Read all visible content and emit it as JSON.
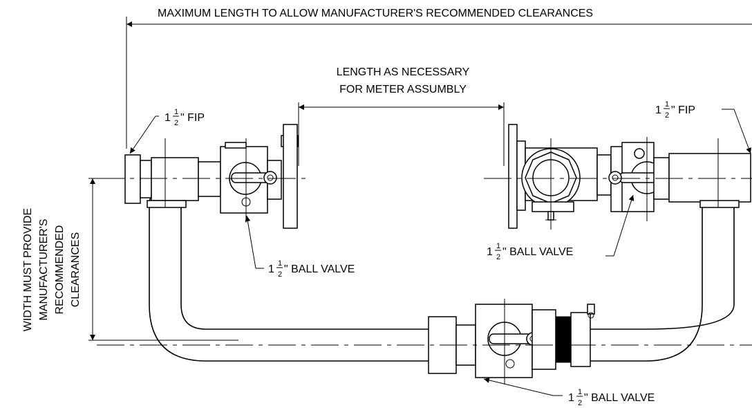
{
  "labels": {
    "max_length": "MAXIMUM LENGTH TO ALLOW MANUFACTURER'S RECOMMENDED CLEARANCES",
    "meter_length_line1": "LENGTH AS NECESSARY",
    "meter_length_line2": "FOR METER ASSUMBLY",
    "width_line1": "WIDTH MUST PROVIDE",
    "width_line2": "MANUFACTURER'S",
    "width_line3": "RECOMMENDED",
    "width_line4": "CLEARANCES"
  },
  "callouts": {
    "fip_left": {
      "whole": "1",
      "num": "1",
      "den": "2",
      "text": "\" FIP"
    },
    "fip_right": {
      "whole": "1",
      "num": "1",
      "den": "2",
      "text": "\" FIP"
    },
    "valve_left": {
      "whole": "1",
      "num": "1",
      "den": "2",
      "text": "\" BALL VALVE"
    },
    "valve_right": {
      "whole": "1",
      "num": "1",
      "den": "2",
      "text": "\" BALL VALVE"
    },
    "valve_bottom": {
      "whole": "1",
      "num": "1",
      "den": "2",
      "text": "\" BALL VALVE"
    }
  }
}
